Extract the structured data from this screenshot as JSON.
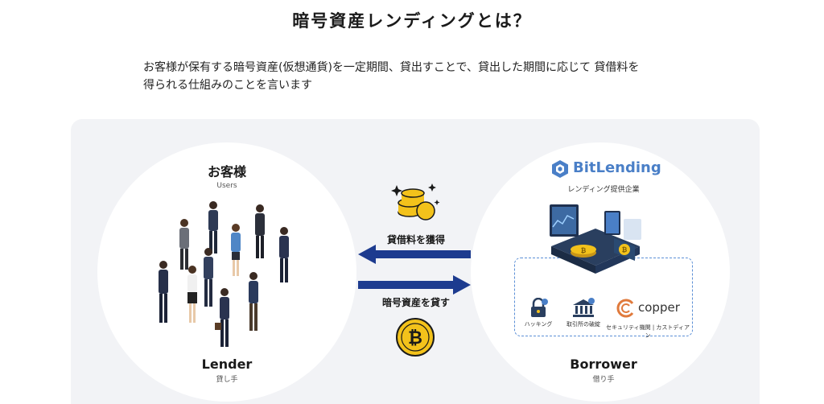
{
  "header": {
    "title": "暗号資産レンディングとは？",
    "description_line1": "お客様が保有する暗号資産(仮想通貨)を一定期間、貸出すことで、貸出した期間に応じて 貸借料を",
    "description_line2": "得られる仕組みのことを言います"
  },
  "lender": {
    "heading": "お客様",
    "heading_sub": "Users",
    "role": "Lender",
    "role_sub": "貸し手"
  },
  "borrower": {
    "brand_name": "BitLending",
    "brand_sub": "レンディング提供企業",
    "security": {
      "hacking_label": "ハッキング",
      "bank_label": "取引所の破綻",
      "copper_name": "copper",
      "caption": "セキュリティ機関 | カストディアン"
    },
    "role": "Borrower",
    "role_sub": "借り手"
  },
  "flow": {
    "fee_label": "貸借料を獲得",
    "lend_label": "暗号資産を貸す"
  },
  "colors": {
    "brand_blue": "#4a7fc7",
    "arrow_navy": "#1d3b8f",
    "coin_gold": "#f3c21b",
    "panel_bg": "#f2f3f6"
  },
  "icons": [
    "coins-icon",
    "arrow-left-icon",
    "arrow-right-icon",
    "bitcoin-coin-icon",
    "bitlending-logo-icon",
    "server-icon",
    "lock-icon",
    "bank-icon",
    "copper-logo-icon"
  ]
}
